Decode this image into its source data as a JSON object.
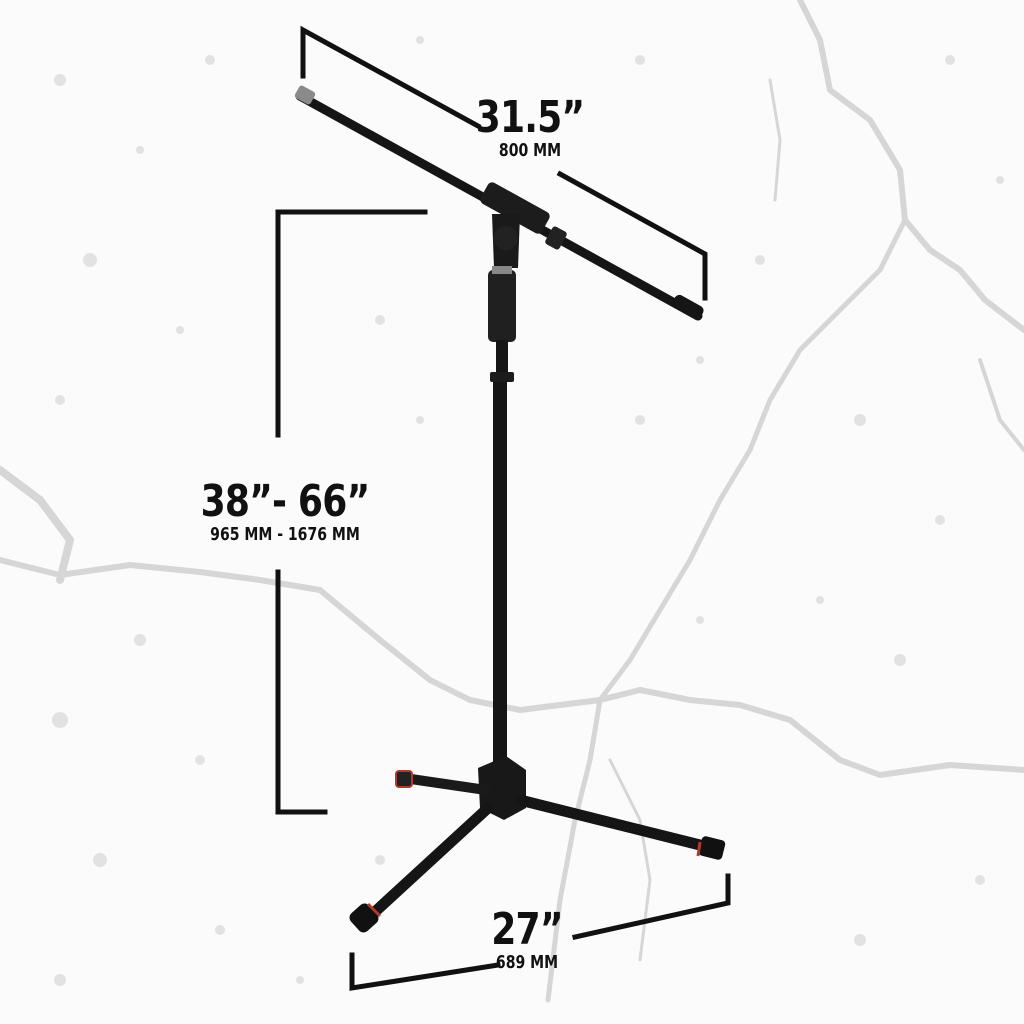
{
  "image": {
    "subject": "microphone boom stand",
    "colors": {
      "background": "#fbfbfb",
      "marble_vein": "#d6d6d6",
      "stand": "#151515",
      "dimension_line": "#111111",
      "foot_accent": "#b23a2a"
    }
  },
  "dimensions": {
    "boom": {
      "imperial": "31.5”",
      "metric": "800 MM"
    },
    "height": {
      "imperial": "38”- 66”",
      "metric": "965 MM - 1676 MM"
    },
    "base": {
      "imperial": "27”",
      "metric": "689 MM"
    }
  }
}
